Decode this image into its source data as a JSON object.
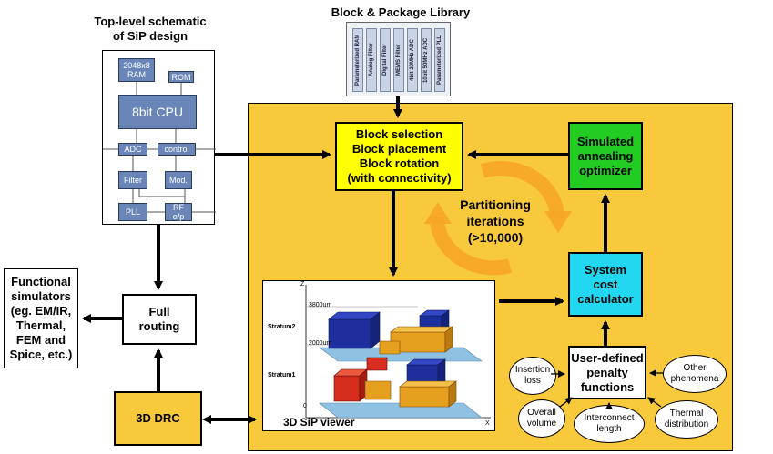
{
  "top_schematic": {
    "title": "Top-level schematic\nof SiP design",
    "blocks": {
      "ram": "2048x8\nRAM",
      "rom": "ROM",
      "cpu": "8bit CPU",
      "adc": "ADC",
      "control": "control",
      "filter": "Filter",
      "mod": "Mod.",
      "pll": "PLL",
      "rf": "RF\no/p"
    }
  },
  "library": {
    "title": "Block & Package Library",
    "strips": [
      "Parameterized RAM",
      "Analog Filter",
      "Digital Filter",
      "MEMS Filter",
      "4bit 20MHz ADC",
      "10bit 50MHz ADC",
      "Parameterized PLL"
    ]
  },
  "blocks": {
    "block_selection": "Block selection\nBlock placement\nBlock rotation\n(with connectivity)",
    "optimizer": "Simulated\nannealing\noptimizer",
    "partitioning": "Partitioning\niterations\n(>10,000)",
    "cost_calculator": "System\ncost\ncalculator",
    "penalty": "User-defined\npenalty\nfunctions",
    "full_routing": "Full\nrouting",
    "drc": "3D DRC",
    "functional_sim": "Functional\nsimulators\n(eg. EM/IR,\nThermal,\nFEM and\nSpice, etc.)"
  },
  "viewer": {
    "caption": "3D SiP viewer",
    "stratum2": "Stratum2",
    "stratum1": "Stratum1",
    "z_label": "Z",
    "x_label": "X",
    "origin": "0",
    "tick_top": "3800um",
    "tick_mid": "2000um"
  },
  "penalties": {
    "insertion_loss": "Insertion\nloss",
    "overall_volume": "Overall\nvolume",
    "interconnect_length": "Interconnect\nlength",
    "thermal_distribution": "Thermal\ndistribution",
    "other_phenomena": "Other\nphenomena"
  },
  "colors": {
    "region": "#f9c93c",
    "block_selection": "#ffff00",
    "optimizer": "#22cc22",
    "cost_calculator": "#22d8f0",
    "drc": "#f9c93c",
    "partition_arrow": "#f5a623"
  }
}
